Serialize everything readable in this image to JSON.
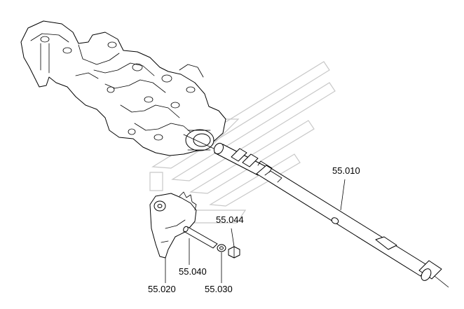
{
  "callouts": {
    "shaft": "55.010",
    "lever": "55.020",
    "pin": "55.040",
    "washer": "55.030",
    "bolt": "55.044"
  },
  "colors": {
    "ink": "#000000",
    "background": "#ffffff",
    "watermark": "#c8c8c8"
  }
}
